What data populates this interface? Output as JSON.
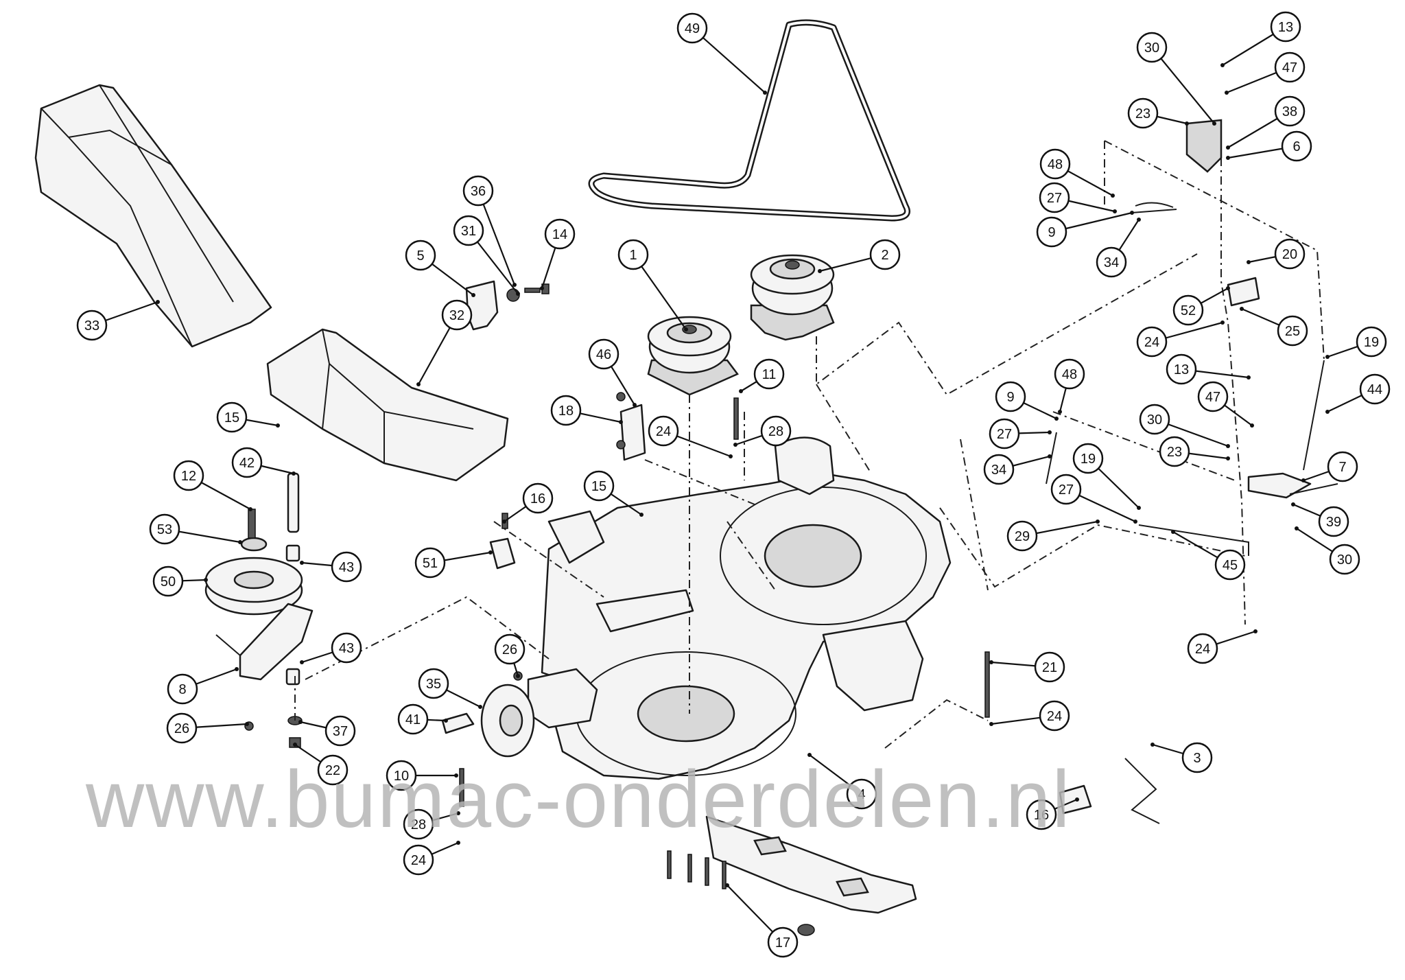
{
  "watermark": "www.bumac-onderdelen.nl",
  "callouts": [
    {
      "num": "49"
    },
    {
      "num": "13"
    },
    {
      "num": "30"
    },
    {
      "num": "47"
    },
    {
      "num": "23"
    },
    {
      "num": "38"
    },
    {
      "num": "6"
    },
    {
      "num": "48"
    },
    {
      "num": "27"
    },
    {
      "num": "9"
    },
    {
      "num": "34"
    },
    {
      "num": "36"
    },
    {
      "num": "31"
    },
    {
      "num": "14"
    },
    {
      "num": "5"
    },
    {
      "num": "1"
    },
    {
      "num": "2"
    },
    {
      "num": "20"
    },
    {
      "num": "52"
    },
    {
      "num": "25"
    },
    {
      "num": "24"
    },
    {
      "num": "19"
    },
    {
      "num": "33"
    },
    {
      "num": "32"
    },
    {
      "num": "46"
    },
    {
      "num": "11"
    },
    {
      "num": "18"
    },
    {
      "num": "24"
    },
    {
      "num": "28"
    },
    {
      "num": "15"
    },
    {
      "num": "48"
    },
    {
      "num": "9"
    },
    {
      "num": "27"
    },
    {
      "num": "34"
    },
    {
      "num": "13"
    },
    {
      "num": "44"
    },
    {
      "num": "47"
    },
    {
      "num": "30"
    },
    {
      "num": "23"
    },
    {
      "num": "7"
    },
    {
      "num": "12"
    },
    {
      "num": "42"
    },
    {
      "num": "15"
    },
    {
      "num": "19"
    },
    {
      "num": "27"
    },
    {
      "num": "16"
    },
    {
      "num": "39"
    },
    {
      "num": "53"
    },
    {
      "num": "43"
    },
    {
      "num": "51"
    },
    {
      "num": "29"
    },
    {
      "num": "30"
    },
    {
      "num": "50"
    },
    {
      "num": "45"
    },
    {
      "num": "43"
    },
    {
      "num": "24"
    },
    {
      "num": "8"
    },
    {
      "num": "26"
    },
    {
      "num": "35"
    },
    {
      "num": "21"
    },
    {
      "num": "41"
    },
    {
      "num": "24"
    },
    {
      "num": "26"
    },
    {
      "num": "37"
    },
    {
      "num": "22"
    },
    {
      "num": "3"
    },
    {
      "num": "10"
    },
    {
      "num": "4"
    },
    {
      "num": "28"
    },
    {
      "num": "16"
    },
    {
      "num": "24"
    },
    {
      "num": "17"
    }
  ]
}
